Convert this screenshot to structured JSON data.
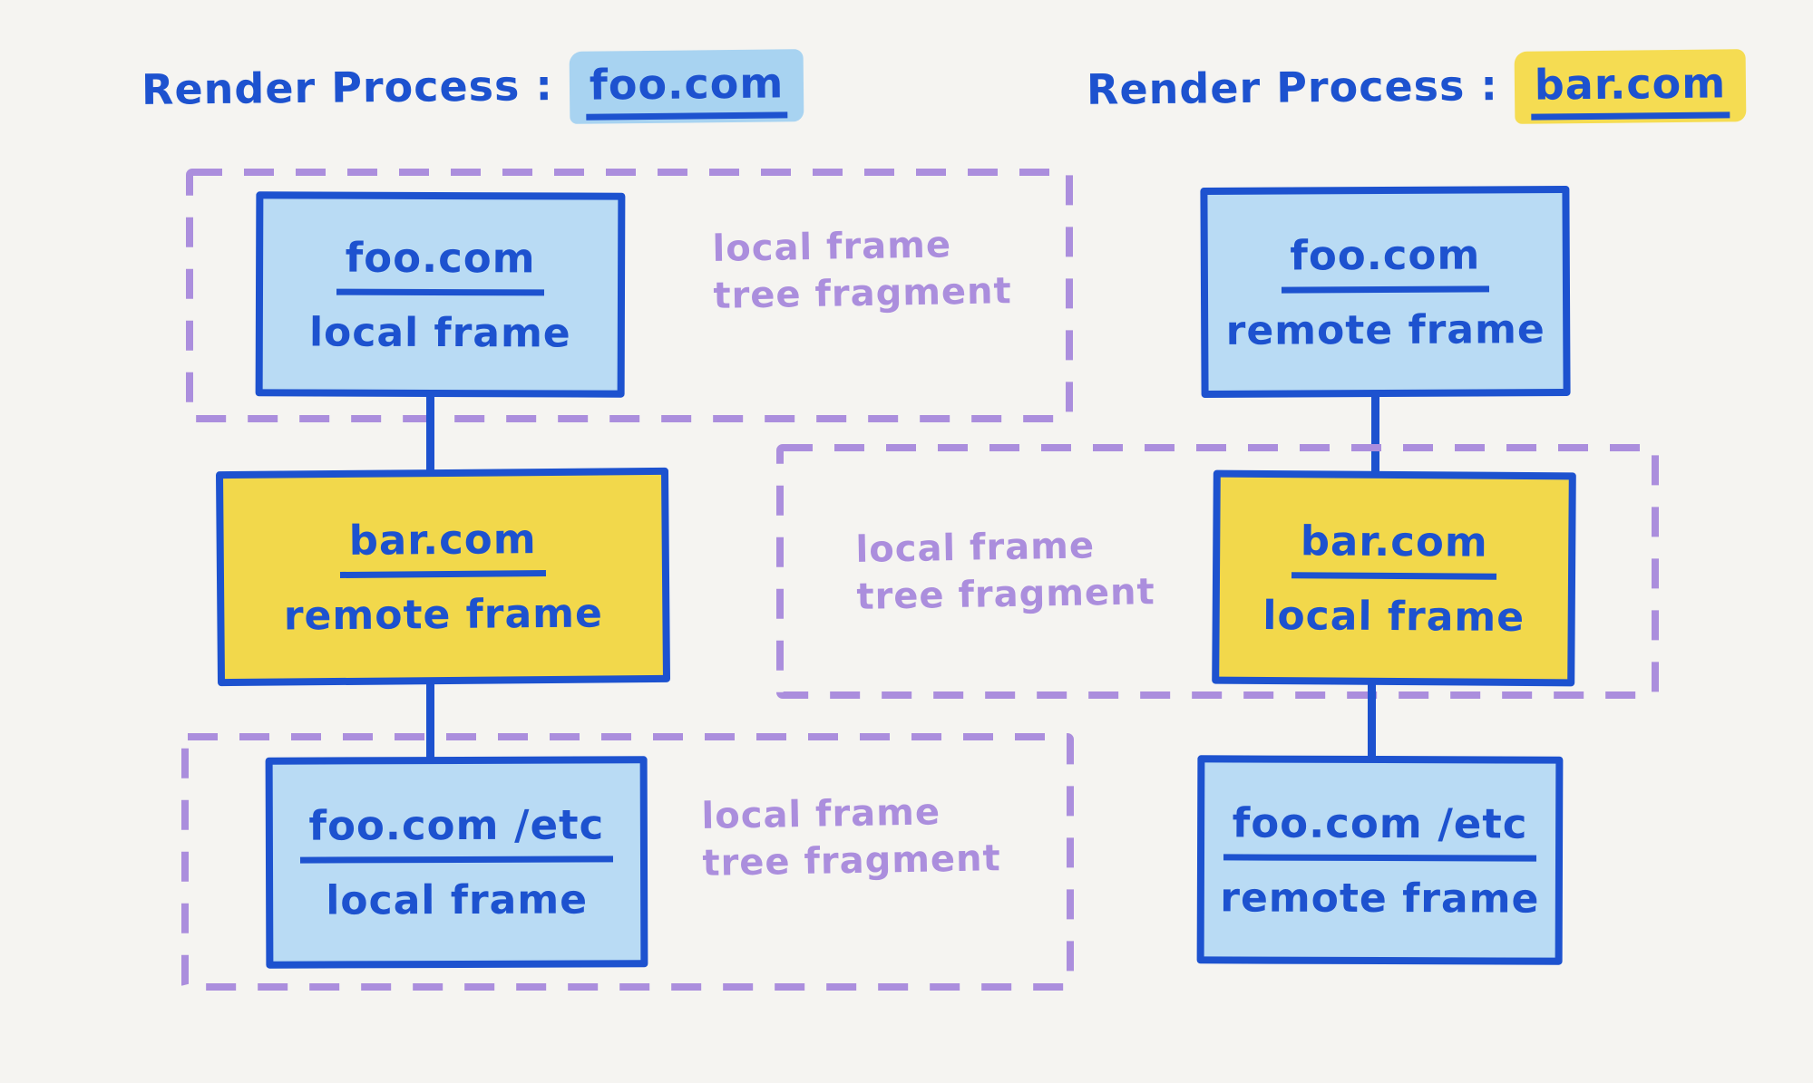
{
  "palette": {
    "bg": "#f5f4f1",
    "ink": "#1d52cf",
    "light_blue": "#b9dbf4",
    "blue_highlight": "#a8d3f1",
    "yellow": "#f2d84b",
    "yellow_highlight": "#f5dc52",
    "purple": "#ab8edd"
  },
  "left": {
    "title_prefix": "Render Process :",
    "title_domain": "foo.com",
    "nodes": {
      "root": {
        "domain": "foo.com",
        "kind": "local frame"
      },
      "middle": {
        "domain": "bar.com",
        "kind": "remote frame"
      },
      "leaf": {
        "domain": "foo.com /etc",
        "kind": "local frame"
      }
    },
    "fragments": {
      "top": {
        "line1": "local frame",
        "line2": "tree fragment"
      },
      "bottom": {
        "line1": "local frame",
        "line2": "tree fragment"
      }
    }
  },
  "right": {
    "title_prefix": "Render Process :",
    "title_domain": "bar.com",
    "nodes": {
      "root": {
        "domain": "foo.com",
        "kind": "remote frame"
      },
      "middle": {
        "domain": "bar.com",
        "kind": "local frame"
      },
      "leaf": {
        "domain": "foo.com /etc",
        "kind": "remote frame"
      }
    },
    "fragments": {
      "middle": {
        "line1": "local frame",
        "line2": "tree fragment"
      }
    }
  }
}
